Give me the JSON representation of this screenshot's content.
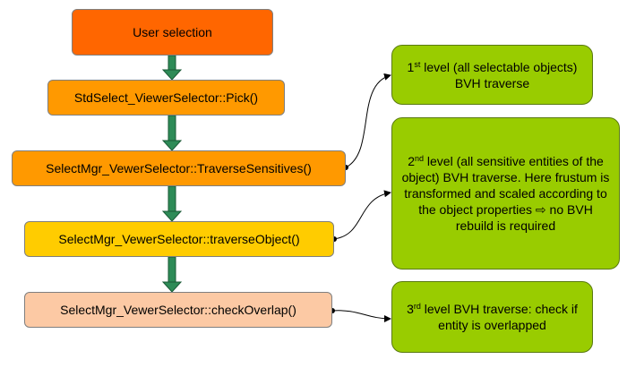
{
  "flow": {
    "start": {
      "label": "User selection",
      "color": "#ff6600"
    },
    "steps": [
      {
        "label": "StdSelect_ViewerSelector::Pick()",
        "color": "#ff9900"
      },
      {
        "label": "SelectMgr_VewerSelector::TraverseSensitives()",
        "color": "#ff9900"
      },
      {
        "label": "SelectMgr_VewerSelector::traverseObject()",
        "color": "#ffcc00"
      },
      {
        "label": "SelectMgr_VewerSelector::checkOverlap()",
        "color": "#fcc9a4"
      }
    ],
    "arrow_color": "#2e8b57"
  },
  "notes": {
    "color": "#99cc00",
    "first": {
      "num": "1",
      "sup": "st",
      "rest": " level (all selectable objects) BVH traverse"
    },
    "second": {
      "num": "2",
      "sup": "nd",
      "rest": " level (all sensitive entities of the object) BVH traverse. Here frustum is transformed and scaled according to the object properties ⇨ no BVH rebuild is required"
    },
    "third": {
      "num": "3",
      "sup": "rd",
      "rest": " level BVH traverse: check if entity is overlapped"
    }
  }
}
